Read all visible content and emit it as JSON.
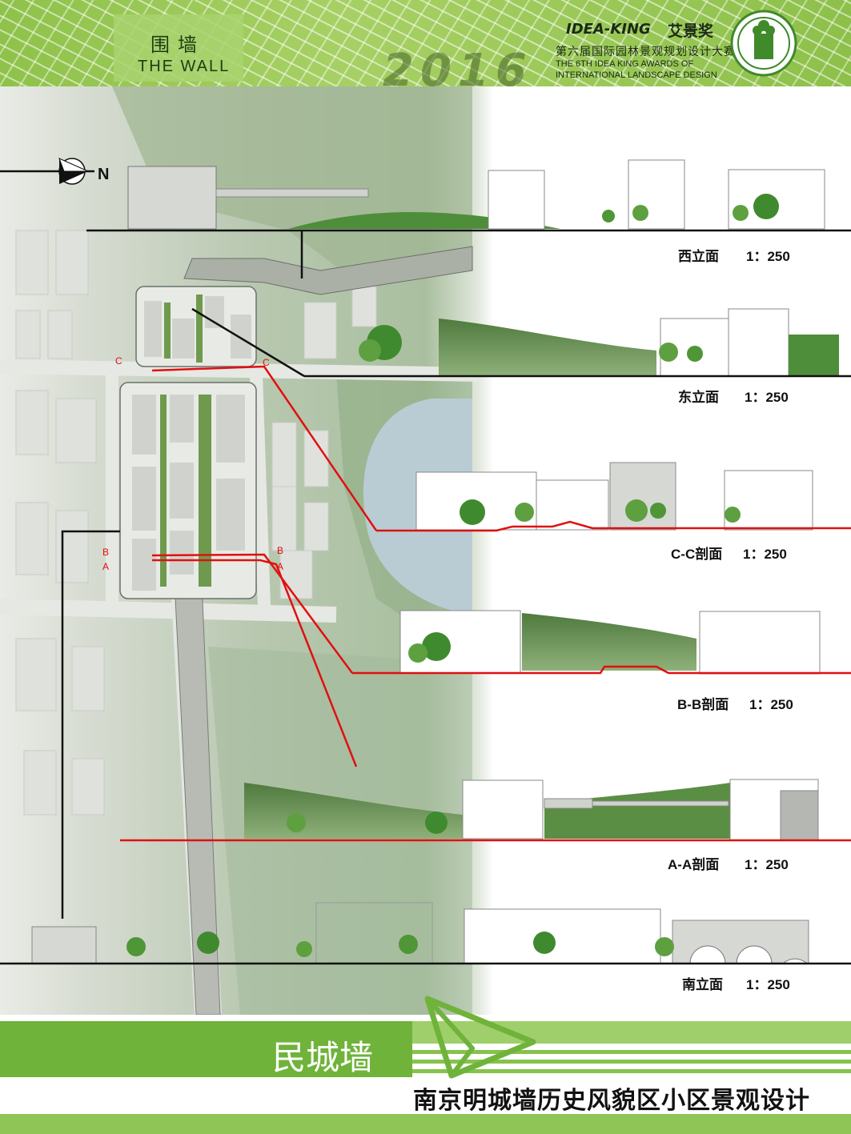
{
  "header": {
    "title_cn": "围墙",
    "title_en": "THE WALL",
    "year": "2016",
    "idea_logo": "IDEA-KING",
    "idea_cn": "艾景奖",
    "award_cn": "第六届国际园林景观规划设计大赛",
    "award_en_line1": "THE 6TH IDEA KING AWARDS OF",
    "award_en_line2": "INTERNATIONAL LANDSCAPE DESIGN",
    "emblem": "award-emblem-icon"
  },
  "compass": {
    "letter": "N",
    "icon": "north-arrow-icon"
  },
  "section_markers": {
    "c_left": "C",
    "c_right": "C",
    "b_left": "B",
    "a_left": "A",
    "b_right": "B",
    "a_right": "A"
  },
  "elevations": [
    {
      "name": "西立面",
      "scale": "1：250"
    },
    {
      "name": "东立面",
      "scale": "1：250"
    },
    {
      "name": "C-C剖面",
      "scale": "1：250"
    },
    {
      "name": "B-B剖面",
      "scale": "1：250"
    },
    {
      "name": "A-A剖面",
      "scale": "1：250"
    },
    {
      "name": "南立面",
      "scale": "1：250"
    }
  ],
  "brand": {
    "title": "民城墙",
    "icon": "paper-plane-icon"
  },
  "subtitle": "南京明城墙历史风貌区小区景观设计",
  "colors": {
    "accent_green": "#6fb33a",
    "section_red": "#e01010",
    "water": "#b9ccd4"
  }
}
